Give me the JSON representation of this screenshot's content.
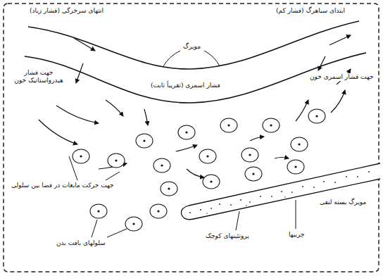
{
  "diagram": {
    "labels": [
      "انتهای سرخرگی (فشار زیاد)",
      "ابتدای سیاهرگ (فشار کم)",
      "مویرگ",
      "جهت فشار هیدرواستاتیک خون",
      "جهت فشار اسمزی خون",
      "فشار اسمزی (تقریباً ثابت)",
      "جهت حرکت مایعات در فضا بین سلولی",
      "سلولهای بافت بدن",
      "پروتئینهای کوچک",
      "چربیها",
      "مویرگ بسته لنفی"
    ]
  }
}
